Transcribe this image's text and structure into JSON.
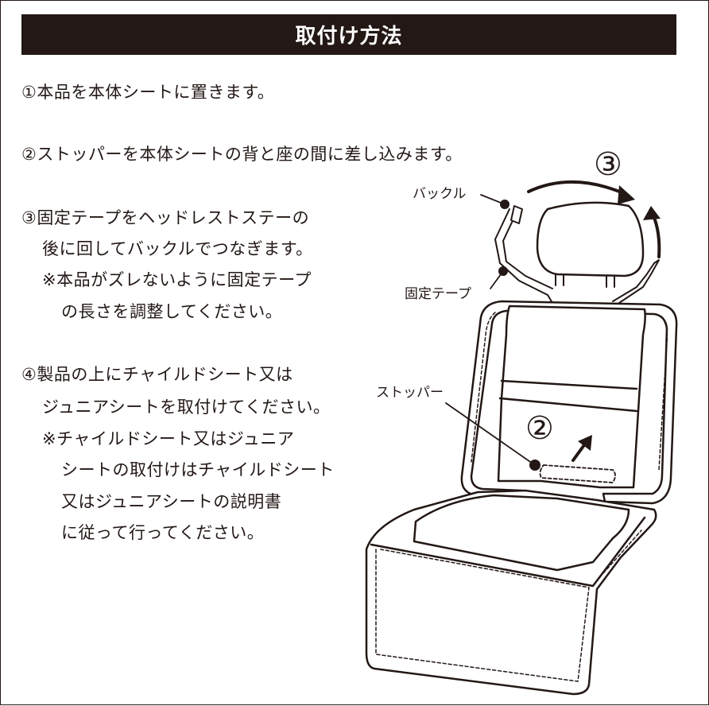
{
  "title": "取付け方法",
  "steps": {
    "s1": "①本品を本体シートに置きます。",
    "s2": "②ストッパーを本体シートの背と座の間に差し込みます。",
    "s3_l1": "③固定テープをヘッドレストステーの",
    "s3_l2": "後に回してバックルでつなぎます。",
    "s3_l3": "※本品がズレないように固定テープ",
    "s3_l4": "の長さを調整してください。",
    "s4_l1": "④製品の上にチャイルドシート又は",
    "s4_l2": "ジュニアシートを取付けてください。",
    "s4_l3": "※チャイルドシート又はジュニア",
    "s4_l4": "シートの取付けはチャイルドシート",
    "s4_l5": "又はジュニアシートの説明書",
    "s4_l6": "に従って行ってください。"
  },
  "illustration": {
    "label_buckle": "バックル",
    "label_tape": "固定テープ",
    "label_stopper": "ストッパー",
    "callout_3": "③",
    "callout_2": "②"
  }
}
